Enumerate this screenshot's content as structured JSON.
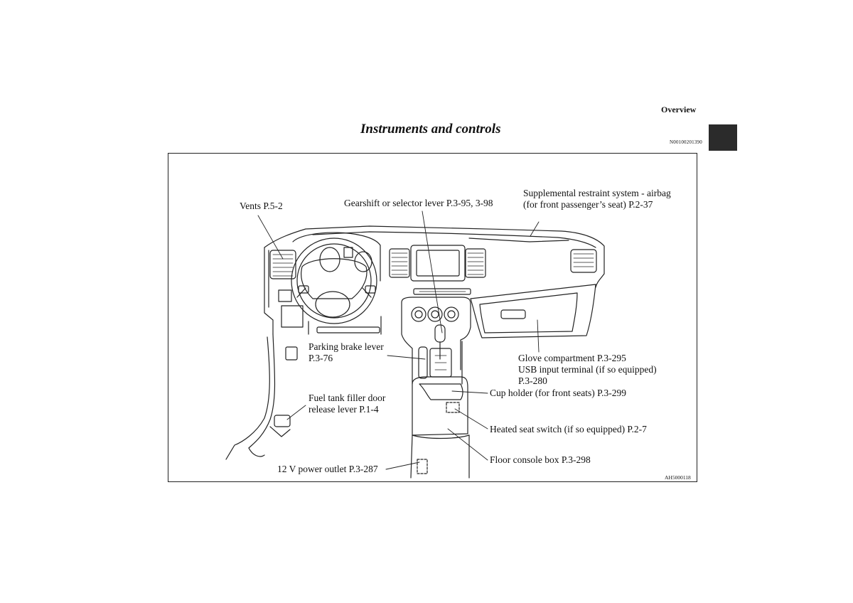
{
  "header": {
    "section": "Overview",
    "title": "Instruments and controls",
    "doc_code": "N00100201390"
  },
  "figure": {
    "code": "AH5000118",
    "labels": {
      "vents": "Vents P.5-2",
      "gearshift": "Gearshift or selector lever P.3-95, 3-98",
      "srs_line1": "Supplemental restraint system - airbag",
      "srs_line2": "(for front passenger’s seat) P.2-37",
      "parking_line1": "Parking brake lever",
      "parking_line2": "P.3-76",
      "glove_line1": "Glove compartment P.3-295",
      "glove_line2": "USB input terminal (if so equipped)",
      "glove_line3": "P.3-280",
      "fuel_line1": "Fuel tank filler door",
      "fuel_line2": "release lever P.1-4",
      "cup_holder": "Cup holder (for front seats) P.3-299",
      "heated_seat": "Heated seat switch (if so equipped) P.2-7",
      "floor_console": "Floor console box P.3-298",
      "power_outlet": "12 V power outlet P.3-287"
    }
  }
}
